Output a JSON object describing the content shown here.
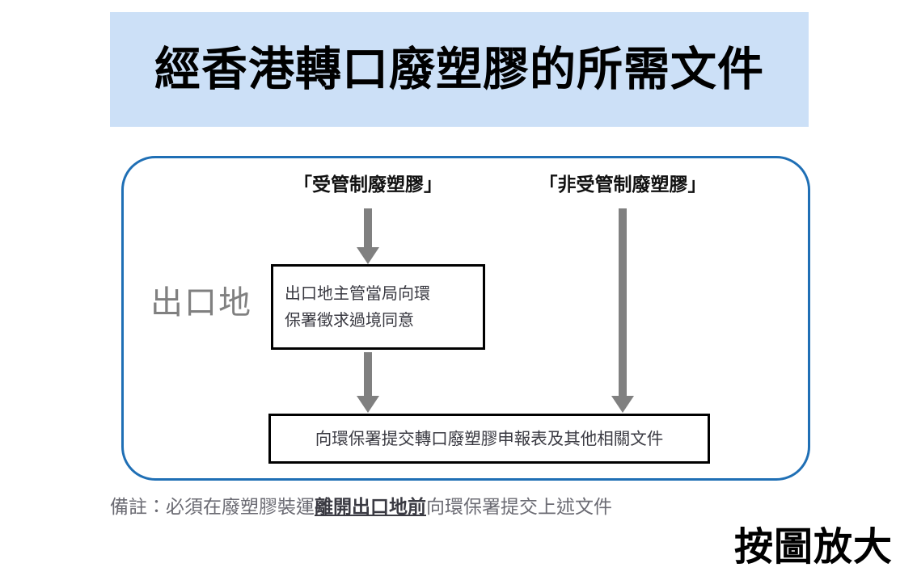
{
  "title": {
    "text": "經香港轉口廢塑膠的所需文件",
    "banner_color": "#cce0f7"
  },
  "diagram": {
    "container_border_color": "#1f6fb5",
    "arrow_color": "#808080",
    "box_border_color": "#000000",
    "stage_label": "出口地",
    "columns": [
      {
        "id": "controlled",
        "header": "「受管制廢塑膠」"
      },
      {
        "id": "uncontrolled",
        "header": "「非受管制廢塑膠」"
      }
    ],
    "boxes": [
      {
        "id": "transit-consent",
        "line1": "出口地主管當局向環",
        "line2": "保署徵求過境同意"
      },
      {
        "id": "submit-documents",
        "text": "向環保署提交轉口廢塑膠申報表及其他相關文件"
      }
    ],
    "arrows": [
      {
        "id": "controlled-to-box1",
        "from": "「受管制廢塑膠」",
        "to": "出口地主管當局向環保署徵求過境同意"
      },
      {
        "id": "box1-to-box2",
        "from": "出口地主管當局向環保署徵求過境同意",
        "to": "向環保署提交轉口廢塑膠申報表及其他相關文件"
      },
      {
        "id": "uncontrolled-down",
        "from": "「非受管制廢塑膠」",
        "to": "向環保署提交轉口廢塑膠申報表及其他相關文件"
      }
    ]
  },
  "footnote": {
    "prefix": "備註：必須在廢塑膠裝運",
    "emphasis": "離開出口地前",
    "suffix": "向環保署提交上述文件"
  },
  "zoom_hint": {
    "text": "按圖放大"
  }
}
